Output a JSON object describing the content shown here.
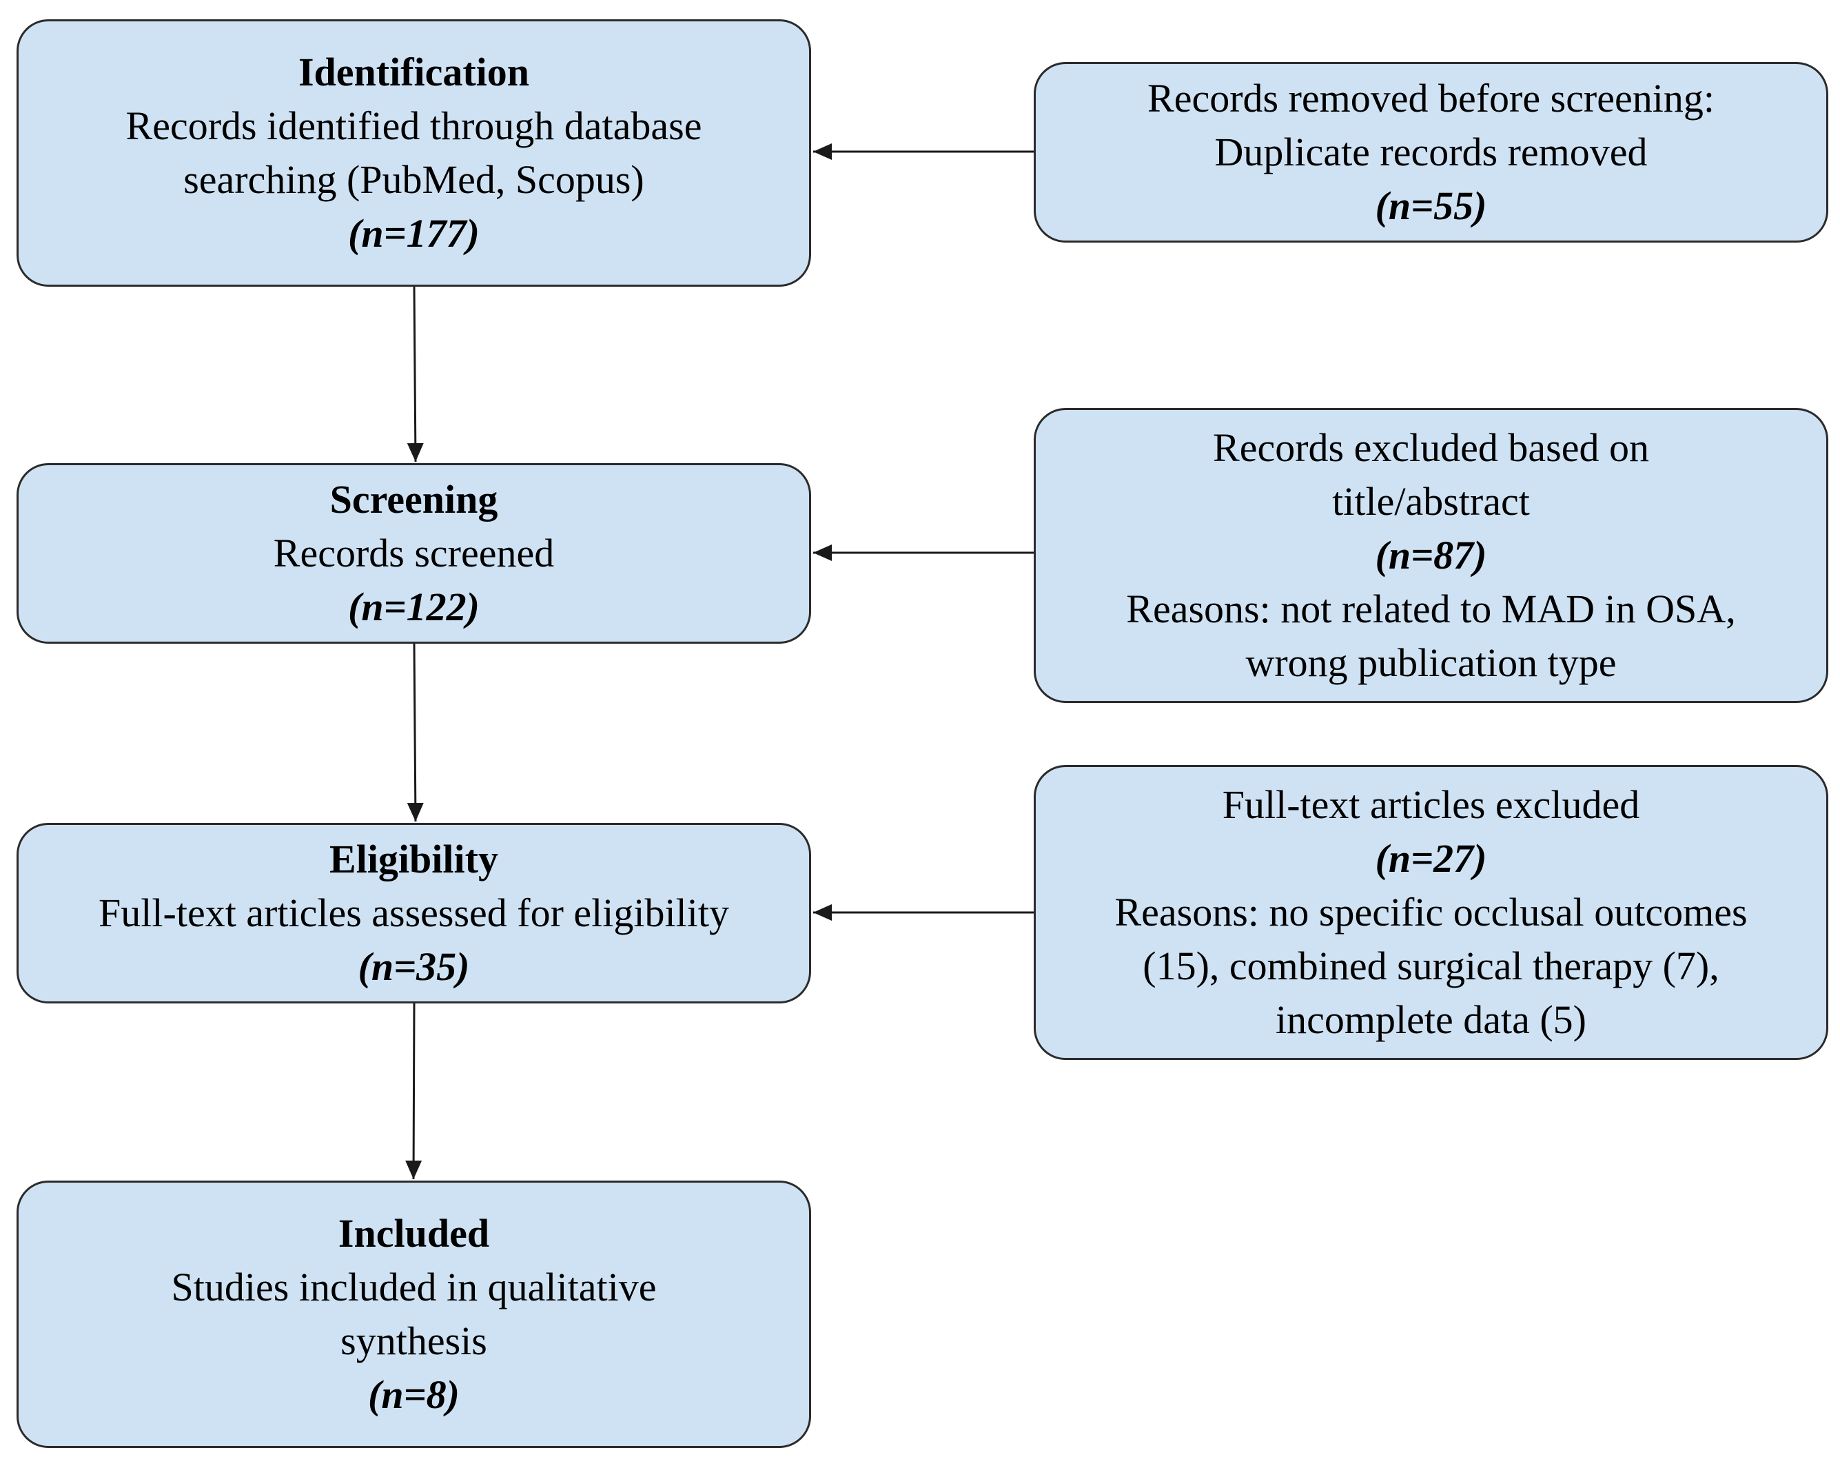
{
  "stages": {
    "identification": {
      "heading": "Identification",
      "line1": "Records identified through database",
      "line2": "searching (PubMed, Scopus)",
      "count": "(n=177)"
    },
    "screening": {
      "heading": "Screening",
      "line1": "Records screened",
      "count": "(n=122)"
    },
    "eligibility": {
      "heading": "Eligibility",
      "line1": "Full-text articles assessed for eligibility",
      "count": "(n=35)"
    },
    "included": {
      "heading": "Included",
      "line1": "Studies included in qualitative",
      "line2": "synthesis",
      "count": "(n=8)"
    }
  },
  "exclusions": {
    "removed": {
      "line1": "Records removed before screening:",
      "line2": "Duplicate records removed",
      "count": "(n=55)"
    },
    "title_abstract": {
      "line1": "Records excluded based on",
      "line2": "title/abstract",
      "count": "(n=87)",
      "reason1": "Reasons: not related to MAD in OSA,",
      "reason2": "wrong publication type"
    },
    "full_text": {
      "line1": "Full-text articles excluded",
      "count": "(n=27)",
      "reason1": "Reasons: no specific occlusal outcomes",
      "reason2": "(15), combined surgical therapy (7),",
      "reason3": "incomplete data (5)"
    }
  },
  "colors": {
    "box_fill": "#cfe2f3",
    "box_border": "#2b2b2b",
    "arrow": "#1a1a1a"
  }
}
